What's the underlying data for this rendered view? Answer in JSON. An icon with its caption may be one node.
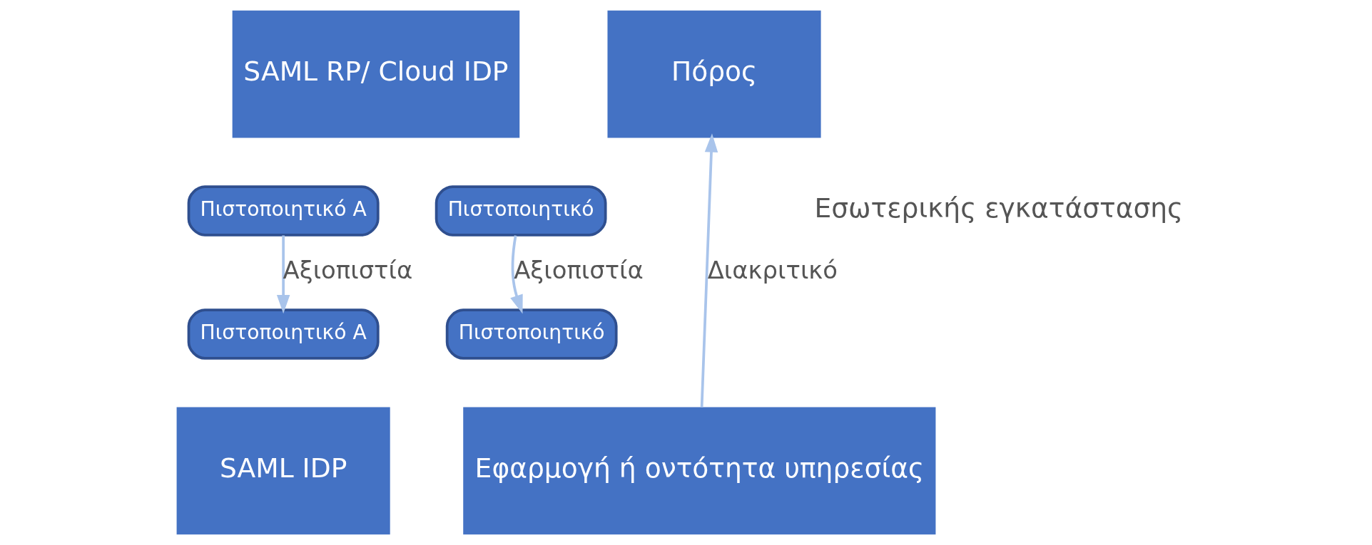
{
  "diagram": {
    "nodes": [
      {
        "text": [
          "SAML RP/ Cloud IDP"
        ]
      },
      {
        "text": [
          "Πιστοποιητικό A"
        ]
      },
      {
        "text": [
          "Πιστοποιητικό"
        ]
      },
      {
        "text": [
          "Πόρος"
        ]
      },
      {
        "text": [
          "SAML IDP"
        ]
      },
      {
        "text": [
          "Πιστοποιητικό A"
        ]
      },
      {
        "text": [
          "Εφαρμογή ή οντότητα υπηρεσίας"
        ]
      },
      {
        "text": [
          "Πιστοποιητικό"
        ]
      }
    ],
    "edges": [
      {
        "from": 1,
        "to": 5,
        "arrow": "to",
        "label": "Αξιοπιστία"
      },
      {
        "from": 2,
        "to": 7,
        "arrow": "to",
        "label": "Αξιοπιστία"
      },
      {
        "from": 6,
        "to": 3,
        "arrow": "to",
        "label": "Διακριτικό"
      }
    ],
    "labels": [
      "Εσωτερικής εγκατάστασης"
    ]
  }
}
